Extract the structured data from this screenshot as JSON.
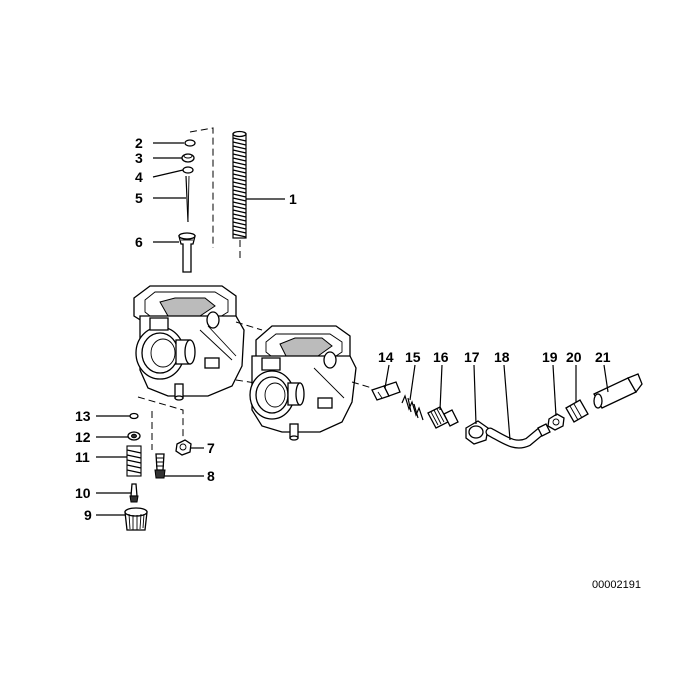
{
  "diagram": {
    "drawing_number": "00002191",
    "callouts": [
      {
        "id": "2",
        "label": "2"
      },
      {
        "id": "3",
        "label": "3"
      },
      {
        "id": "4",
        "label": "4"
      },
      {
        "id": "5",
        "label": "5"
      },
      {
        "id": "1",
        "label": "1"
      },
      {
        "id": "6",
        "label": "6"
      },
      {
        "id": "14",
        "label": "14"
      },
      {
        "id": "15",
        "label": "15"
      },
      {
        "id": "16",
        "label": "16"
      },
      {
        "id": "17",
        "label": "17"
      },
      {
        "id": "18",
        "label": "18"
      },
      {
        "id": "19",
        "label": "19"
      },
      {
        "id": "20",
        "label": "20"
      },
      {
        "id": "21",
        "label": "21"
      },
      {
        "id": "13",
        "label": "13"
      },
      {
        "id": "12",
        "label": "12"
      },
      {
        "id": "7",
        "label": "7"
      },
      {
        "id": "11",
        "label": "11"
      },
      {
        "id": "8",
        "label": "8"
      },
      {
        "id": "10",
        "label": "10"
      },
      {
        "id": "9",
        "label": "9"
      }
    ]
  }
}
